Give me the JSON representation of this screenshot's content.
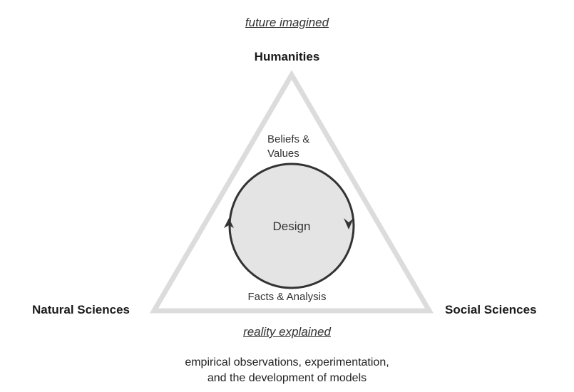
{
  "top_note": "future imagined",
  "vertices": {
    "top": "Humanities",
    "left": "Natural Sciences",
    "right": "Social Sciences"
  },
  "inner": {
    "beliefs_line1": "Beliefs &",
    "beliefs_line2": "Values",
    "center": "Design",
    "bottom": "Facts & Analysis"
  },
  "bottom_note": "reality explained",
  "caption": {
    "line1": "empirical observations, experimentation,",
    "line2": "and the development of models"
  },
  "colors": {
    "triangle_stroke": "#dcdcdc",
    "circle_fill": "#e4e4e4",
    "circle_stroke": "#333333",
    "arrow": "#333333"
  }
}
